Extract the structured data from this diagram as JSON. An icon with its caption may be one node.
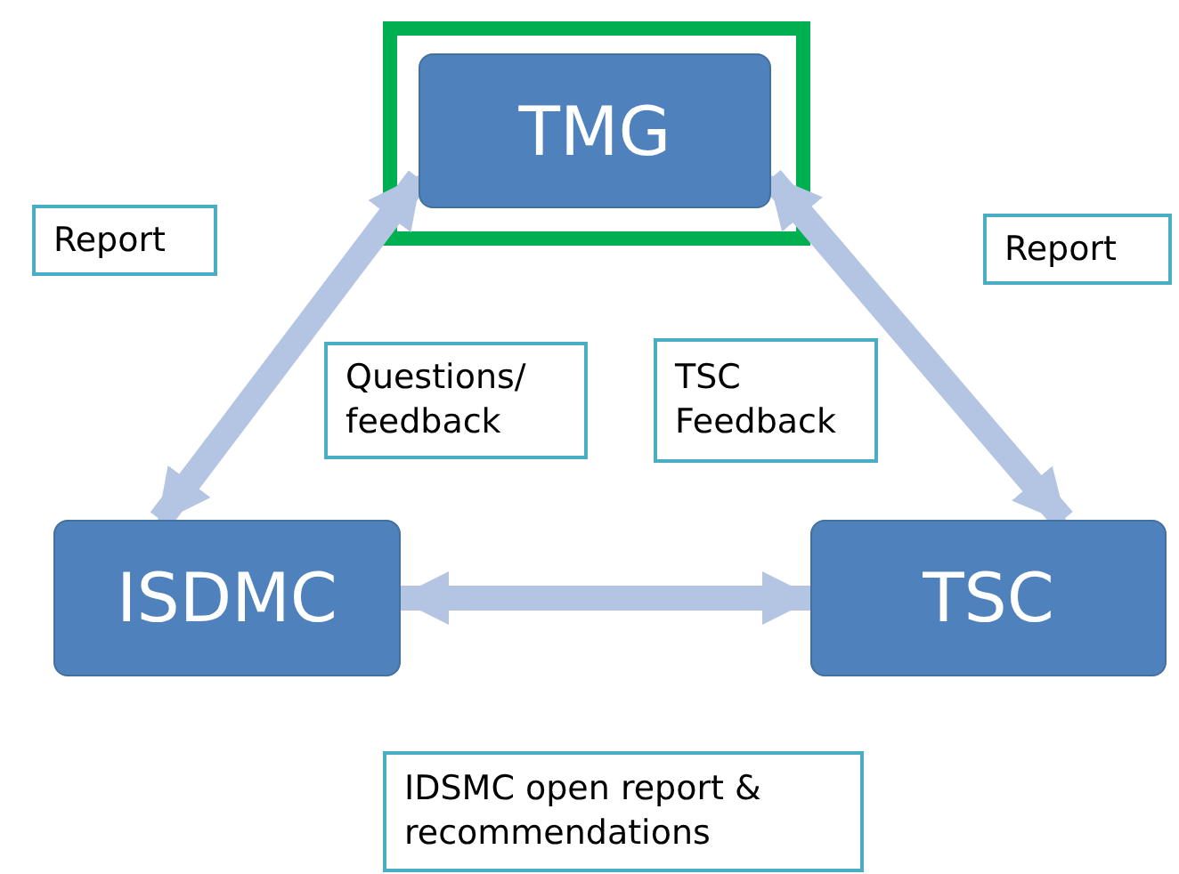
{
  "diagram": {
    "nodes": [
      {
        "text": [
          "TMG"
        ]
      },
      {
        "text": [
          "ISDMC"
        ]
      },
      {
        "text": [
          "TSC"
        ]
      },
      {
        "text": [
          "Report"
        ]
      },
      {
        "text": [
          "Report"
        ]
      },
      {
        "text": [
          "Questions/ feedback"
        ]
      },
      {
        "text": [
          "TSC Feedback"
        ]
      },
      {
        "text": [
          "IDSMC open report & recommendations"
        ]
      }
    ],
    "edges": [
      {
        "from": 0,
        "to": 1,
        "arrow": "both"
      },
      {
        "from": 0,
        "to": 2,
        "arrow": "both"
      },
      {
        "from": 1,
        "to": 2,
        "arrow": "both"
      }
    ]
  }
}
